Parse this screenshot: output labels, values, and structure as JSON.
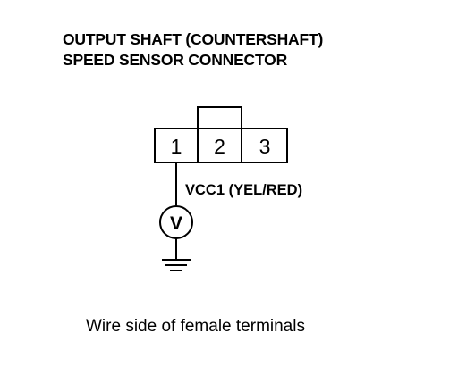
{
  "title": {
    "line1": "OUTPUT SHAFT (COUNTERSHAFT)",
    "line2": "SPEED SENSOR CONNECTOR"
  },
  "connector": {
    "pins": [
      "1",
      "2",
      "3"
    ]
  },
  "wire_label": "VCC1 (YEL/RED)",
  "voltmeter_symbol": "V",
  "caption": "Wire side of female terminals"
}
